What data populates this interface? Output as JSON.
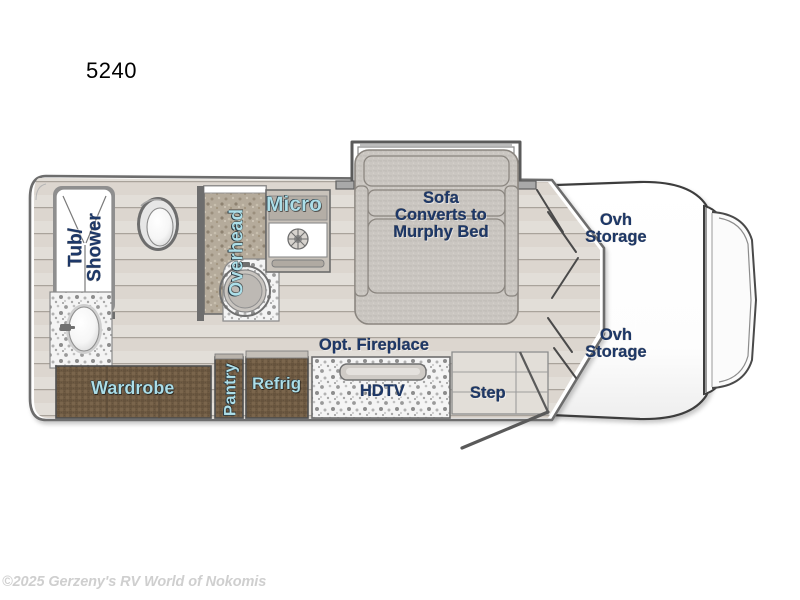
{
  "page": {
    "model_number": "5240",
    "copyright": "©2025 Gerzeny's RV World of Nokomis",
    "background_color": "#ffffff"
  },
  "colors": {
    "label_navy": "#1d3869",
    "label_cyan": "#addfe9",
    "wall_outline": "#5a5a5a",
    "floor_plank": "#ded8d2",
    "cabinet_brown": "#6f5b43",
    "counter_speckle": "#cfc7bb",
    "sofa_fabric": "#c9c5c0",
    "cab_white": "#ffffff"
  },
  "floorplan": {
    "title": "RV Floorplan 5240",
    "rooms": [
      {
        "id": "bathroom",
        "name": "Bathroom",
        "position": "rear-left"
      },
      {
        "id": "galley",
        "name": "Galley / Kitchen",
        "position": "mid-left"
      },
      {
        "id": "living",
        "name": "Living Area",
        "position": "mid-right"
      },
      {
        "id": "cab",
        "name": "Driver Cab",
        "position": "front-right"
      }
    ],
    "labels": [
      {
        "id": "tub-shower",
        "text": "Tub/\nShower",
        "style": "navy",
        "orientation": "vertical",
        "size": 19
      },
      {
        "id": "overhead",
        "text": "Overhead",
        "style": "cyan",
        "orientation": "vertical",
        "size": 19
      },
      {
        "id": "micro",
        "text": "Micro",
        "style": "cyan",
        "orientation": "horizontal",
        "size": 20
      },
      {
        "id": "sofa-bed",
        "text": "Sofa\nConverts to\nMurphy Bed",
        "style": "navy",
        "orientation": "horizontal",
        "size": 17
      },
      {
        "id": "ovh-storage-1",
        "text": "Ovh\nStorage",
        "style": "navy",
        "orientation": "horizontal",
        "size": 17
      },
      {
        "id": "ovh-storage-2",
        "text": "Ovh\nStorage",
        "style": "navy",
        "orientation": "horizontal",
        "size": 17
      },
      {
        "id": "opt-fireplace",
        "text": "Opt. Fireplace",
        "style": "navy",
        "orientation": "horizontal",
        "size": 17
      },
      {
        "id": "hdtv",
        "text": "HDTV",
        "style": "navy",
        "orientation": "horizontal",
        "size": 17
      },
      {
        "id": "step",
        "text": "Step",
        "style": "navy",
        "orientation": "horizontal",
        "size": 17
      },
      {
        "id": "wardrobe",
        "text": "Wardrobe",
        "style": "cyan",
        "orientation": "horizontal",
        "size": 18
      },
      {
        "id": "pantry",
        "text": "Pantry",
        "style": "cyan",
        "orientation": "vertical",
        "size": 17
      },
      {
        "id": "refrig",
        "text": "Refrig",
        "style": "cyan",
        "orientation": "horizontal",
        "size": 17
      }
    ],
    "fixtures": [
      {
        "id": "toilet",
        "name": "Toilet"
      },
      {
        "id": "vanity-sink",
        "name": "Vanity Sink"
      },
      {
        "id": "galley-sink",
        "name": "Galley Sink"
      },
      {
        "id": "cooktop",
        "name": "Cooktop / Range"
      },
      {
        "id": "entry-door",
        "name": "Entry Door"
      },
      {
        "id": "windshield",
        "name": "Windshield"
      },
      {
        "id": "slide-out",
        "name": "Sofa Slide-Out"
      }
    ],
    "label_text": {
      "tub_shower_line1": "Tub/",
      "tub_shower_line2": "Shower",
      "overhead": "Overhead",
      "micro": "Micro",
      "sofa_line1": "Sofa",
      "sofa_line2": "Converts to",
      "sofa_line3": "Murphy Bed",
      "ovh_line1": "Ovh",
      "ovh_line2": "Storage",
      "ovh2_line1": "Ovh",
      "ovh2_line2": "Storage",
      "opt_fireplace": "Opt. Fireplace",
      "hdtv": "HDTV",
      "step": "Step",
      "wardrobe": "Wardrobe",
      "pantry": "Pantry",
      "refrig": "Refrig"
    }
  }
}
